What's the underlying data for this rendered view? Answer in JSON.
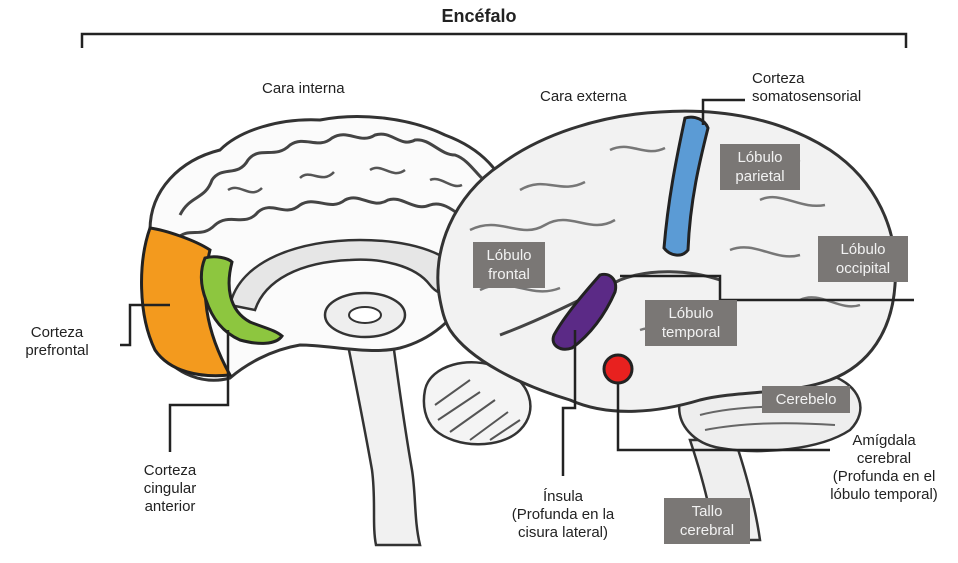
{
  "title": "Encéfalo",
  "views": {
    "internal": "Cara interna",
    "external": "Cara externa"
  },
  "labels": {
    "prefrontal_cortex": [
      "Corteza",
      "prefrontal"
    ],
    "anterior_cingulate": [
      "Corteza",
      "cingular",
      "anterior"
    ],
    "somatosensory": [
      "Corteza",
      "somatosensorial"
    ],
    "insula": [
      "Ínsula",
      "(Profunda en la",
      "cisura lateral)"
    ],
    "amygdala": [
      "Amígdala",
      "cerebral",
      "(Profunda en el",
      "lóbulo temporal)"
    ]
  },
  "lobes": {
    "frontal": [
      "Lóbulo",
      "frontal"
    ],
    "parietal": [
      "Lóbulo",
      "parietal"
    ],
    "occipital": [
      "Lóbulo",
      "occipital"
    ],
    "temporal": [
      "Lóbulo",
      "temporal"
    ],
    "cerebellum": [
      "Cerebelo"
    ],
    "brainstem": [
      "Tallo",
      "cerebral"
    ]
  },
  "colors": {
    "prefrontal": "#f39a1e",
    "cingulate": "#8dc63f",
    "somatosensory": "#5b9bd5",
    "insula": "#5b2a86",
    "amygdala": "#e8211f",
    "box": "#7a7775"
  }
}
